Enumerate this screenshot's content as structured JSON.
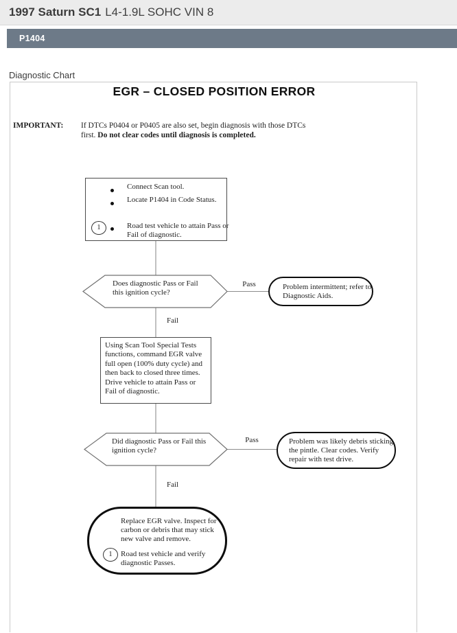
{
  "header": {
    "title": "1997 Saturn SC1",
    "subtitle": "L4-1.9L SOHC VIN 8"
  },
  "code_bar": {
    "label": "P1404"
  },
  "page": {
    "section_label": "Diagnostic Chart"
  },
  "colors": {
    "code_bar_bg": "#6d7a88",
    "topbar_bg": "#ececec",
    "chart_border": "#c9c9c9",
    "ink": "#1e1e1e"
  },
  "chart": {
    "title": "EGR – CLOSED POSITION ERROR",
    "important": {
      "label": "IMPORTANT:",
      "text": "If DTCs P0404 or P0405 are also set, begin diagnosis with those DTCs first. ",
      "bold_text": "Do not clear codes until diagnosis is completed."
    },
    "step1": {
      "bullet1": "Connect Scan tool.",
      "bullet2": "Locate P1404 in Code Status.",
      "bullet3": "Road test vehicle to attain Pass or Fail of diagnostic.",
      "footnote": "1"
    },
    "decision1": {
      "text": "Does diagnostic Pass or Fail this ignition cycle?",
      "pass_label": "Pass",
      "fail_label": "Fail"
    },
    "result1": {
      "text": "Problem intermittent; refer to Diagnostic Aids."
    },
    "step2": {
      "text": "Using Scan Tool Special Tests functions, command EGR valve full open (100% duty cycle) and then back to closed three times. Drive vehicle to attain Pass or Fail of diagnostic."
    },
    "decision2": {
      "text": "Did diagnostic Pass or Fail this ignition cycle?",
      "pass_label": "Pass",
      "fail_label": "Fail"
    },
    "result2": {
      "text": "Problem was likely debris sticking the pintle. Clear codes. Verify repair with test drive."
    },
    "step3": {
      "text": "Replace EGR valve. Inspect for carbon or debris that may stick new valve and remove.",
      "footnote": "1",
      "footnote_text": "Road test vehicle and verify diagnostic Passes."
    }
  }
}
